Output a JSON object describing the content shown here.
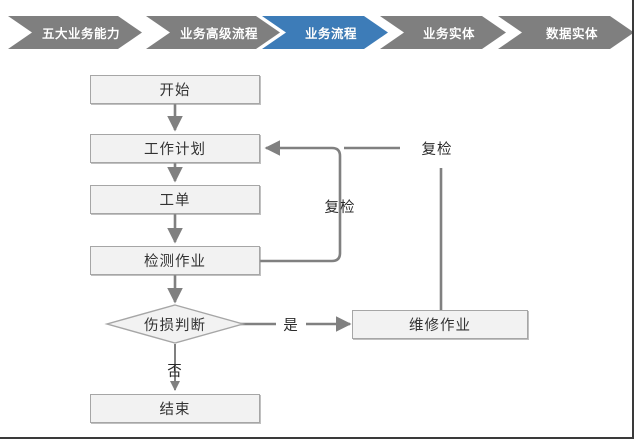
{
  "breadcrumb": {
    "active_color": "#3D7CB8",
    "inactive_color": "#7F7F7F",
    "items": [
      {
        "label": "五大业务能力",
        "active": false
      },
      {
        "label": "业务高级流程",
        "active": false
      },
      {
        "label": "业务流程",
        "active": true
      },
      {
        "label": "业务实体",
        "active": false
      },
      {
        "label": "数据实体",
        "active": false
      }
    ]
  },
  "flowchart": {
    "node_fill": "#F2F2F2",
    "node_border": "#A6A6A6",
    "connector_color": "#808080",
    "nodes": [
      {
        "id": "start",
        "label": "开始",
        "shape": "rect"
      },
      {
        "id": "work_plan",
        "label": "工作计划",
        "shape": "rect"
      },
      {
        "id": "work_order",
        "label": "工单",
        "shape": "rect"
      },
      {
        "id": "inspection",
        "label": "检测作业",
        "shape": "rect"
      },
      {
        "id": "damage_judgment",
        "label": "伤损判断",
        "shape": "diamond"
      },
      {
        "id": "maintenance",
        "label": "维修作业",
        "shape": "rect"
      },
      {
        "id": "end",
        "label": "结束",
        "shape": "rect"
      }
    ],
    "edge_labels": {
      "recheck_inner": "复检",
      "recheck_outer": "复检",
      "yes": "是",
      "no": "否"
    }
  }
}
